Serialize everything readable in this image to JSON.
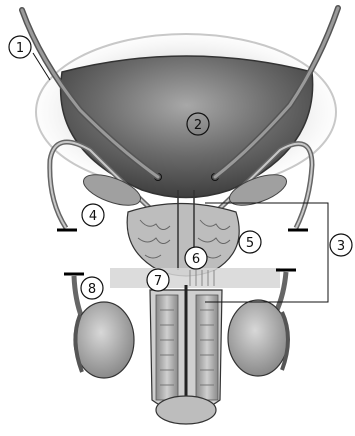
{
  "diagram": {
    "callouts": [
      {
        "id": "1",
        "label": "1"
      },
      {
        "id": "2",
        "label": "2"
      },
      {
        "id": "3",
        "label": "3"
      },
      {
        "id": "4",
        "label": "4"
      },
      {
        "id": "5",
        "label": "5"
      },
      {
        "id": "6",
        "label": "6"
      },
      {
        "id": "7",
        "label": "7"
      },
      {
        "id": "8",
        "label": "8"
      }
    ]
  },
  "colors": {
    "bladder_dark": "#4a4a4a",
    "bladder_light": "#9a9a9a",
    "glow": "#cfcfcf",
    "tissue": "#b8b8b8",
    "outline": "#222222"
  }
}
